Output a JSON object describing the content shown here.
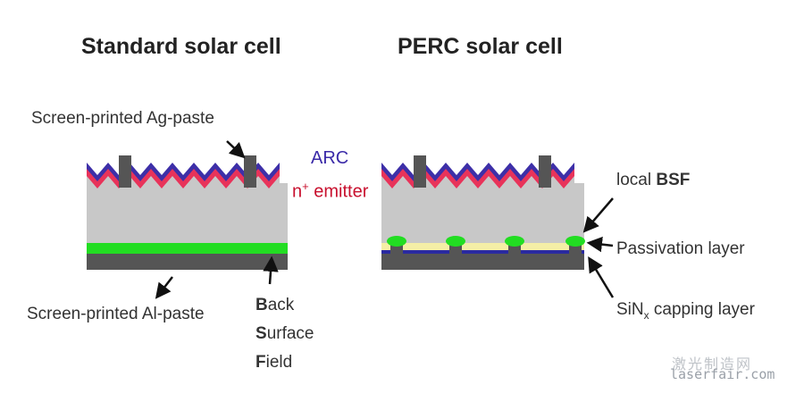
{
  "titles": {
    "standard": "Standard solar cell",
    "perc": "PERC solar cell"
  },
  "labels": {
    "ag_paste": "Screen-printed Ag-paste",
    "arc": "ARC",
    "emitter_n": "n",
    "emitter_sup": "+",
    "emitter_word": " emitter",
    "al_paste": "Screen-printed Al-paste",
    "bsf_line1_initial": "B",
    "bsf_line1_rest": "ack",
    "bsf_line2_initial": "S",
    "bsf_line2_rest": "urface",
    "bsf_line3_initial": "F",
    "bsf_line3_rest": "ield",
    "local_bsf_prefix": "local ",
    "local_bsf_bold": "BSF",
    "passivation": "Passivation layer",
    "sinx_main": "SiN",
    "sinx_sub": "x",
    "sinx_rest": " capping layer"
  },
  "watermark": {
    "text": "laserfair.com",
    "cn": "激光制造网"
  },
  "colors": {
    "arc": "#3d2fa8",
    "emitter": "#e8335a",
    "silicon": "#c8c8c8",
    "contact": "#555555",
    "bsf": "#22dd22",
    "passivation": "#f4eea6",
    "capping": "#2a2aa0",
    "arc_text": "#3a2aa8",
    "emitter_text": "#c8102e"
  }
}
